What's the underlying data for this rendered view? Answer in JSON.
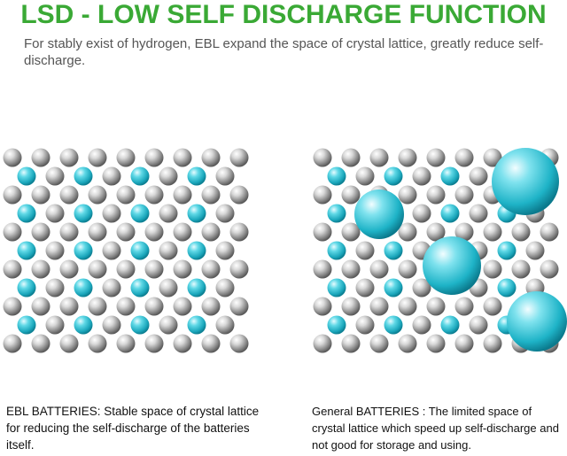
{
  "header": {
    "title": "LSD - LOW SELF DISCHARGE FUNCTION",
    "subtitle": "For stably exist of hydrogen, EBL expand the space of crystal lattice, greatly reduce self-discharge."
  },
  "panels": {
    "left": {
      "caption": "EBL BATTERIES: Stable space of crystal lattice for reducing the self-discharge of the batteries itself."
    },
    "right": {
      "caption": "General BATTERIES :  The limited space of crystal lattice which speed up self-discharge and not good for storage and using."
    }
  },
  "colors": {
    "title": "#3aa935",
    "gray_atom": "#9a9a9a",
    "cyan_atom": "#2ec4d6"
  }
}
